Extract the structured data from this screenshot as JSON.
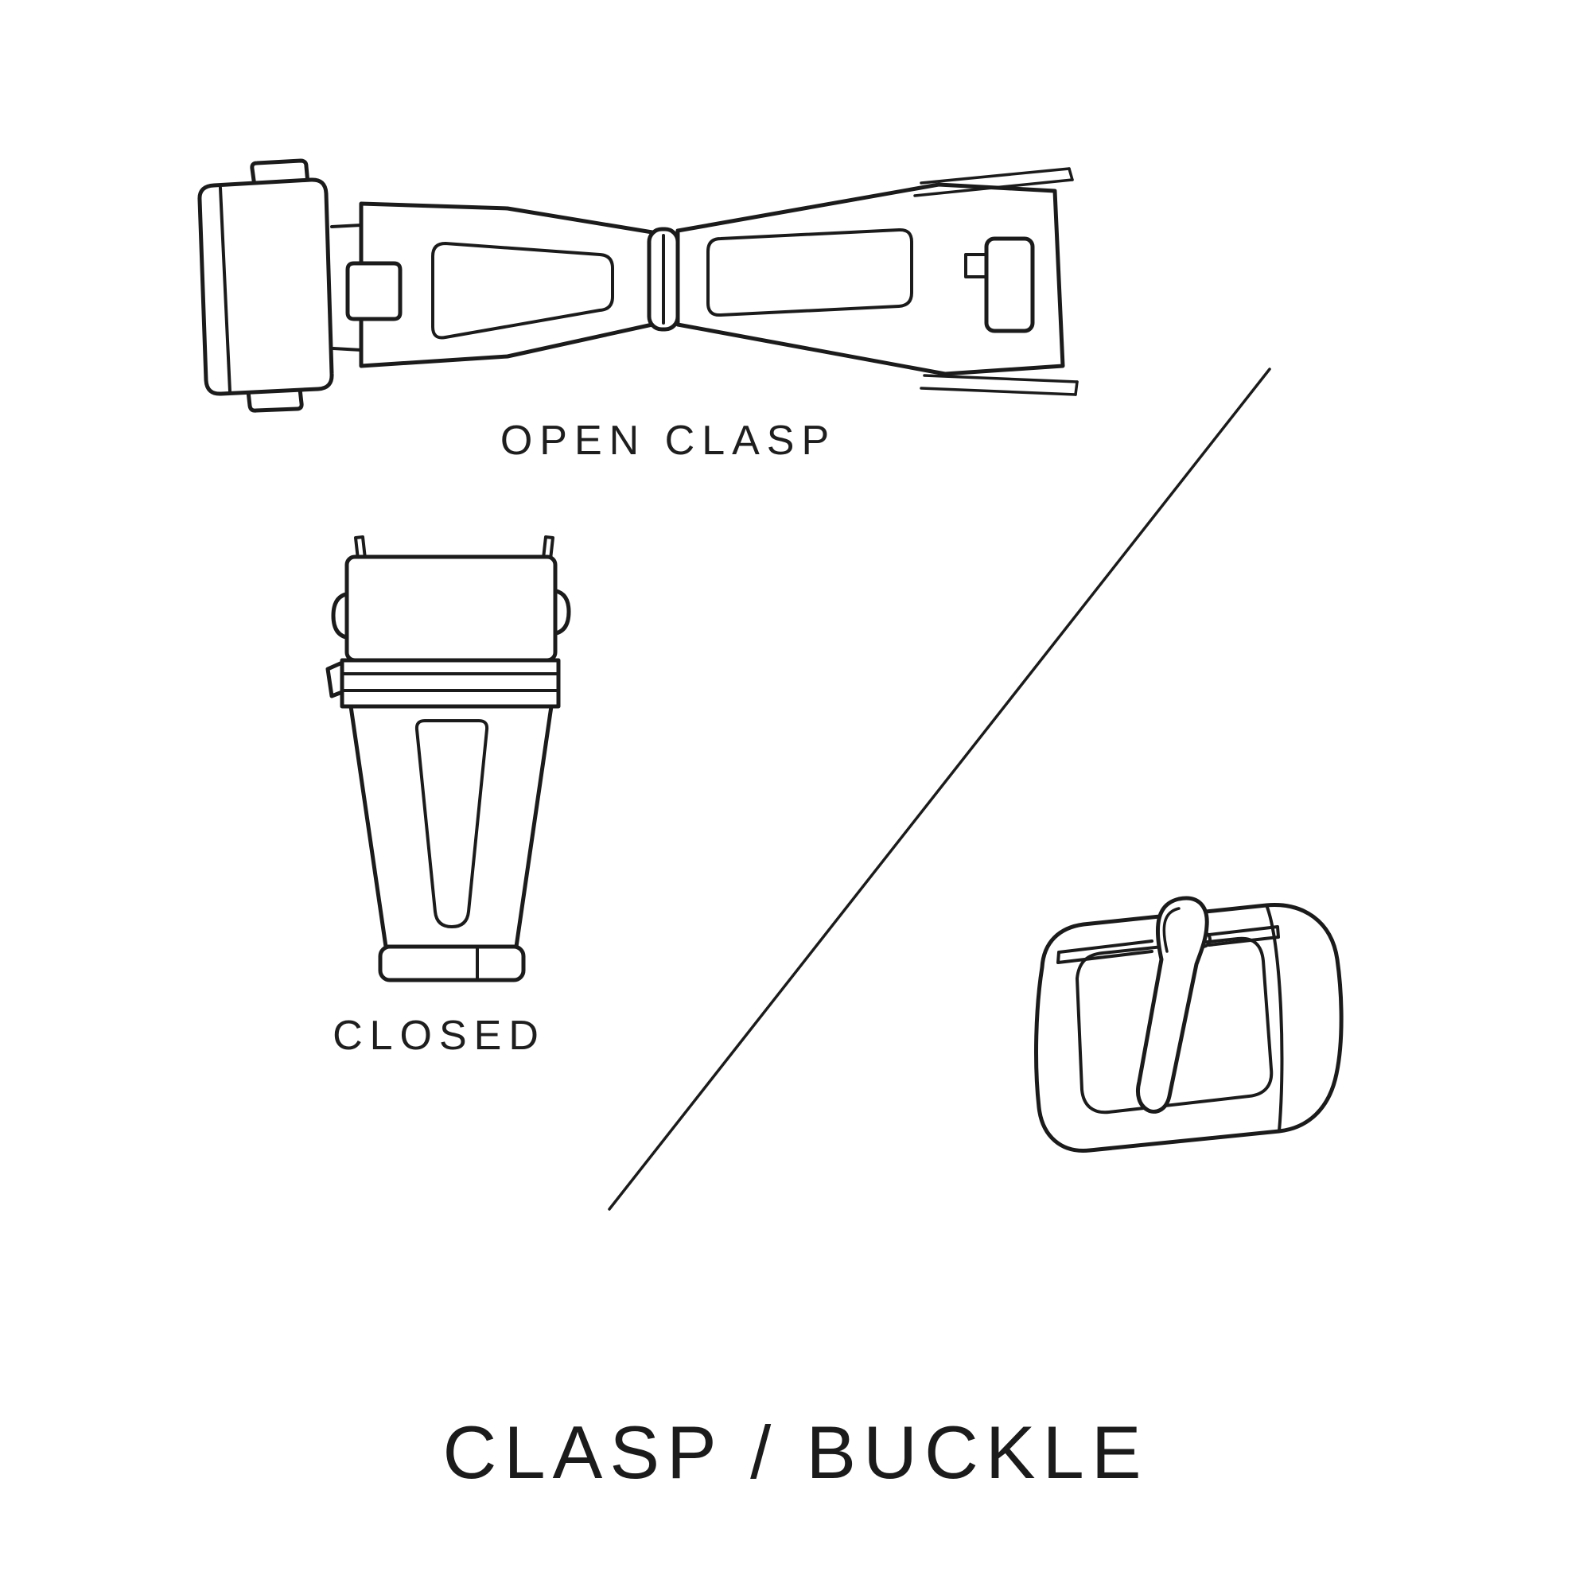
{
  "title": "CLASP / BUCKLE",
  "figures": {
    "open_clasp": {
      "icon": "open-clasp-illustration",
      "label": "OPEN CLASP"
    },
    "closed_clasp": {
      "icon": "closed-clasp-illustration",
      "label": "CLOSED"
    },
    "buckle": {
      "icon": "tang-buckle-illustration",
      "label": ""
    }
  },
  "divider": {
    "icon": "diagonal-divider-line"
  },
  "colors": {
    "background": "#ffffff",
    "line": "#1b1b1b",
    "text": "#1e1e1e"
  }
}
